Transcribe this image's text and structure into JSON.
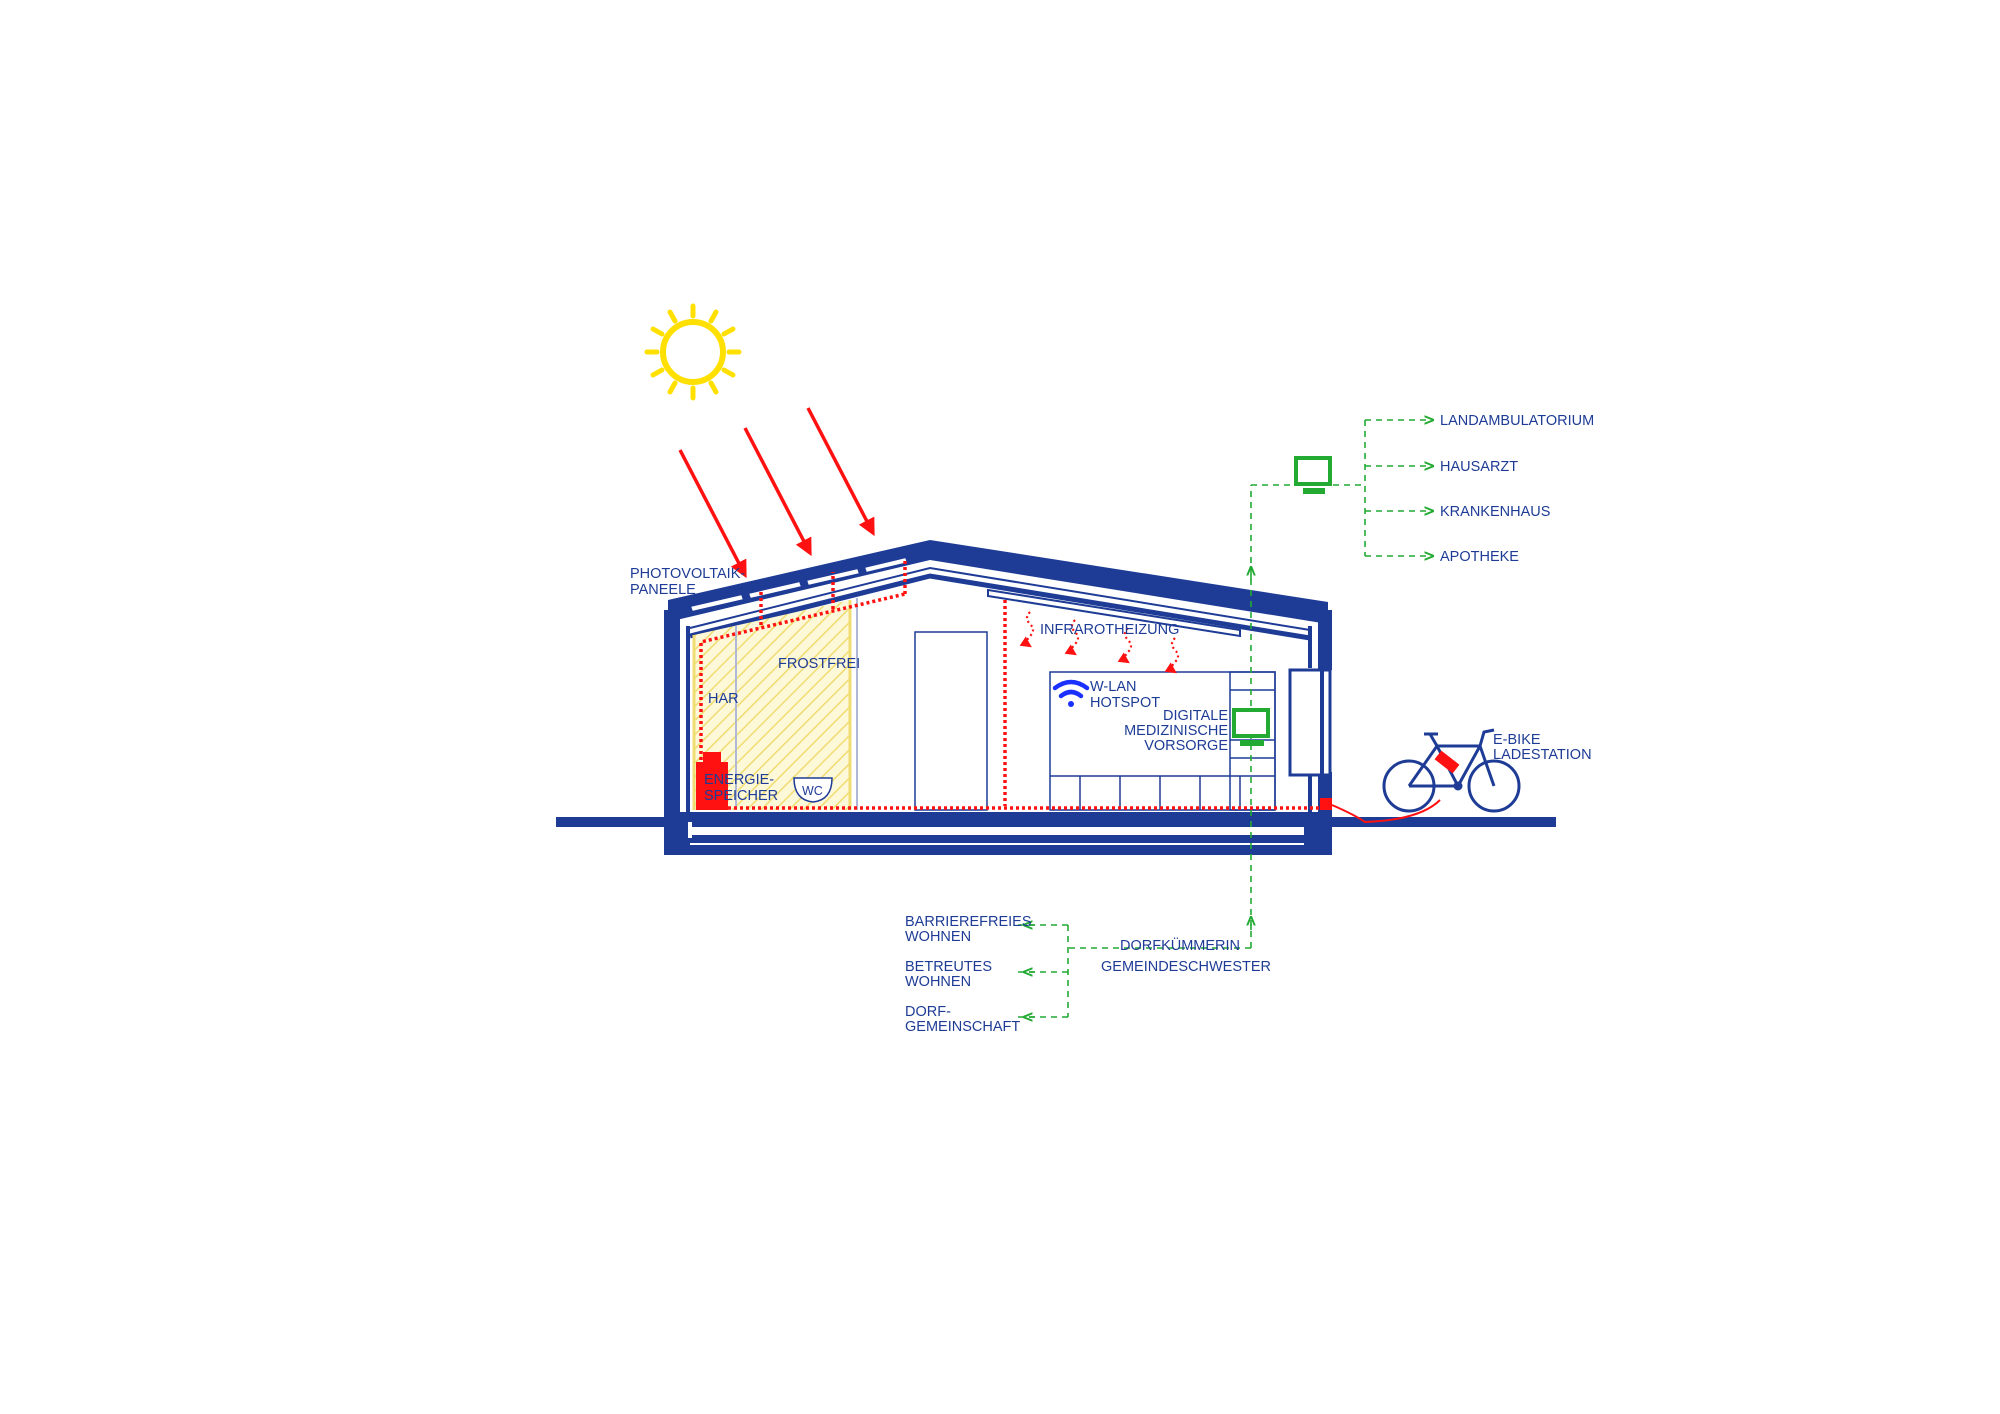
{
  "colors": {
    "structure": "#1e3c96",
    "energy": "#ff1111",
    "sun": "#ffe000",
    "network": "#22aa33",
    "storage_zone": "#f3e27a"
  },
  "icons": {
    "sun": "sun-icon",
    "wifi": "wifi-icon",
    "monitor": "monitor-icon",
    "bicycle": "e-bike-icon",
    "battery": "battery-icon"
  },
  "labels": {
    "pv_1": "PHOTOVOLTAIK-",
    "pv_2": "PANEELE",
    "frostfrei": "FROSTFREI",
    "har": "HAR",
    "energy_1": "ENERGIE-",
    "energy_2": "SPEICHER",
    "wc": "WC",
    "infrarot": "INFRAROTHEIZUNG",
    "wlan_1": "W-LAN",
    "wlan_2": "HOTSPOT",
    "digital_1": "DIGITALE",
    "digital_2": "MEDIZINISCHE",
    "digital_3": "VORSORGE",
    "ebike_1": "E-BIKE",
    "ebike_2": "LADESTATION",
    "remote": [
      "LANDAMBULATORIUM",
      "HAUSARZT",
      "KRANKENHAUS",
      "APOTHEKE"
    ],
    "community": [
      [
        "BARRIEREFREIES",
        "WOHNEN"
      ],
      [
        "BETREUTES",
        "WOHNEN"
      ],
      [
        "DORF-",
        "GEMEINSCHAFT"
      ]
    ],
    "hub_1": "DORFKÜMMERIN",
    "hub_2": "GEMEINDESCHWESTER"
  }
}
